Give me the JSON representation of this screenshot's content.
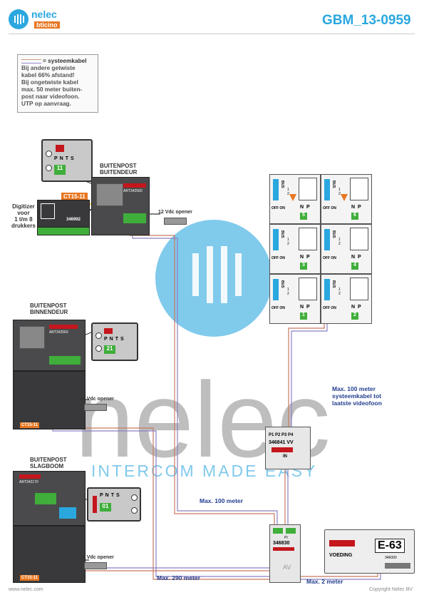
{
  "header": {
    "brand": "nelec",
    "brand_sub": "bticino",
    "subtitle": "INTERCOM MADE EASY",
    "code": "GBM_13-0959"
  },
  "legend": {
    "line1": "= systeemkabel",
    "lines": [
      "Bij andere getwiste",
      "kabel 66% afstand!",
      "Bij ongetwiste kabel",
      "max. 50 meter buiten-",
      "post naar videofoon.",
      "UTP op aanvraag."
    ]
  },
  "units": {
    "door": {
      "title1": "BUITENPOST",
      "title2": "BUITENDEUR",
      "art": "ART342560",
      "ct": "CT15-11",
      "digitizer_code": "346992",
      "digitizer_label": [
        "Digitizer",
        "voor",
        "1 t/m 8",
        "drukkers"
      ],
      "zoom_digits": [
        "1",
        "1"
      ]
    },
    "inner": {
      "title1": "BUITENPOST",
      "title2": "BINNENDEUR",
      "art": "ART342560",
      "ct": "CT15-11",
      "zoom_digits": [
        "2",
        "1"
      ]
    },
    "gate": {
      "title1": "BUITENPOST",
      "title2": "SLAGBOOM",
      "art": "ART342170",
      "ct": "CT15-11",
      "zoom_digits": [
        "0",
        "1"
      ]
    }
  },
  "opener": "12 Vdc opener",
  "pnts": [
    "P",
    "N",
    "T",
    "S"
  ],
  "monitors": {
    "np": [
      "N",
      "P"
    ],
    "offon": "OFF ON",
    "bus": "BUS",
    "numbers": [
      "5",
      "6",
      "3",
      "4",
      "1",
      "2"
    ],
    "side": [
      "1",
      "2"
    ]
  },
  "distributor": {
    "code": "346841",
    "ports": [
      "P1",
      "P2",
      "P3",
      "P4"
    ],
    "vv": "VV",
    "in": "IN"
  },
  "controller": {
    "code": "346830",
    "av": "AV",
    "p": "PI"
  },
  "power": {
    "code": "346000",
    "model": "E-63",
    "voeding": "VOEDING"
  },
  "notes": {
    "max100": "Max. 100 meter",
    "max290": "Max. 290 meter",
    "max2": "Max. 2 meter",
    "videofoon": [
      "Max. 100 meter",
      "systeemkabel tot",
      "laatste videofoon"
    ]
  },
  "footer": {
    "left": "www.nelec.com",
    "right": "Copyright Nelec BV"
  },
  "colors": {
    "accent": "#2aa7df",
    "label_blue": "#233f8f",
    "red": "#c4161c",
    "green": "#3fae3a",
    "orange": "#e87722"
  }
}
